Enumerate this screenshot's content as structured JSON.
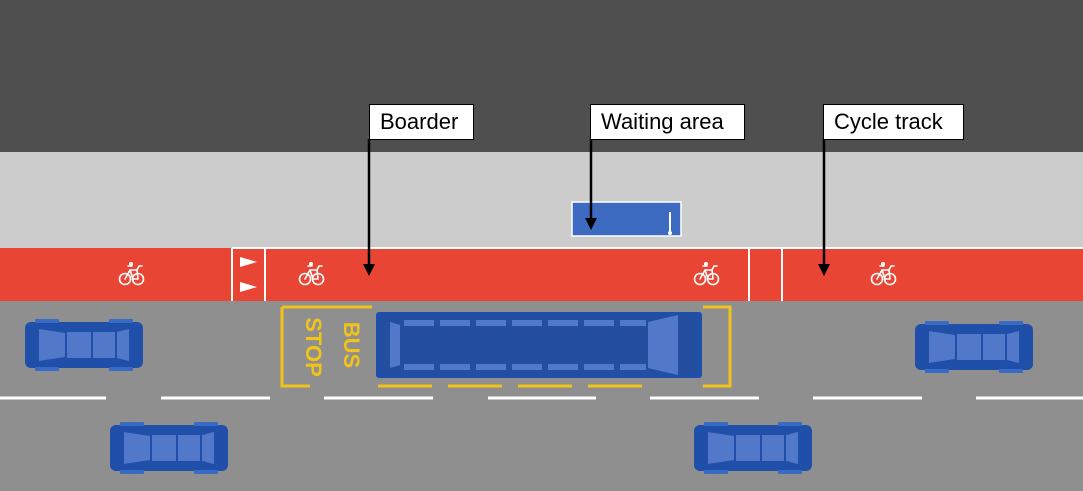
{
  "labels": {
    "boarder": "Boarder",
    "waiting_area": "Waiting area",
    "cycle_track": "Cycle track"
  },
  "road_marking": {
    "line1": "BUS",
    "line2": "STOP"
  },
  "colors": {
    "building": "#4f4f4f",
    "sidewalk": "#cccccc",
    "cycle_track": "#e84535",
    "road": "#8f8f8f",
    "vehicle": "#1f4fa8",
    "bus_stop_marking": "#f2c318",
    "lane_line": "#ffffff"
  }
}
